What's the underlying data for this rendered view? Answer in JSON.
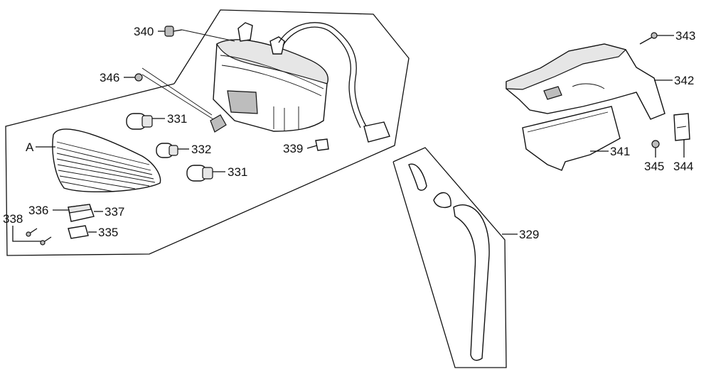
{
  "labels": {
    "p340": "340",
    "p346": "346",
    "p331a": "331",
    "p332": "332",
    "p331b": "331",
    "pA": "A",
    "p339": "339",
    "p336": "336",
    "p337": "337",
    "p338": "338",
    "p335": "335",
    "p343": "343",
    "p342": "342",
    "p341": "341",
    "p345": "345",
    "p344": "344",
    "p329": "329"
  },
  "colors": {
    "ink": "#111111",
    "paper": "#ffffff",
    "tint": "#e6e6e6"
  }
}
